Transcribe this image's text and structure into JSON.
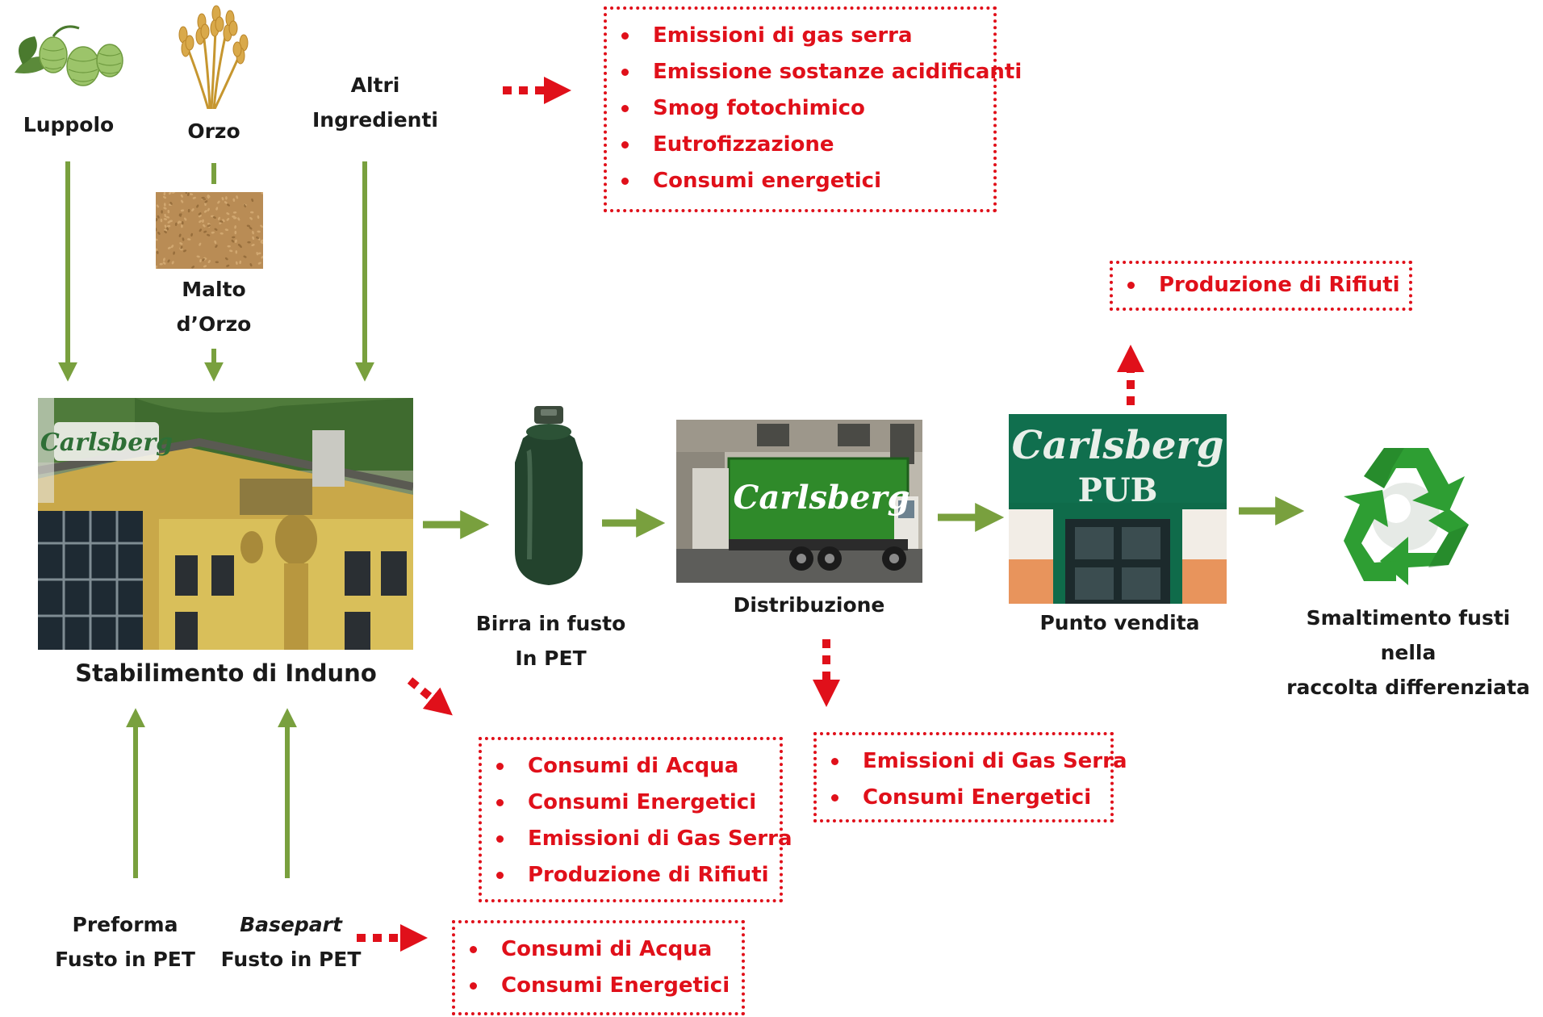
{
  "colors": {
    "flow_arrow": "#79a03e",
    "impact": "#e0101a",
    "carlsberg_green": "#1f7d3a"
  },
  "inputs": {
    "luppolo": "Luppolo",
    "orzo": "Orzo",
    "altri": [
      "Altri",
      "Ingredienti"
    ],
    "malto": [
      "Malto",
      "d’Orzo"
    ],
    "preforma": [
      "Preforma",
      "Fusto in PET"
    ],
    "basepart": [
      "Basepart",
      "Fusto in PET"
    ]
  },
  "stages": {
    "stabilimento": "Stabilimento di Induno",
    "birra": [
      "Birra in fusto",
      "In PET"
    ],
    "distribuzione": "Distribuzione",
    "punto_vendita": "Punto vendita",
    "smaltimento": [
      "Smaltimento fusti nella",
      "raccolta differenziata"
    ]
  },
  "images": {
    "brand": "Carlsberg",
    "pub": "PUB",
    "icons": [
      "hops-icon",
      "wheat-icon",
      "malt-grain-image",
      "brewery-building-image",
      "pet-keg-image",
      "delivery-truck-image",
      "pub-storefront-image",
      "recycle-icon"
    ]
  },
  "impacts": {
    "ingredienti": [
      "Emissioni di gas serra",
      "Emissione sostanze acidificanti",
      "Smog fotochimico",
      "Eutrofizzazione",
      "Consumi energetici"
    ],
    "punto_vendita": [
      "Produzione di Rifiuti"
    ],
    "stabilimento": [
      "Consumi di Acqua",
      "Consumi Energetici",
      "Emissioni di Gas Serra",
      "Produzione di Rifiuti"
    ],
    "distribuzione": [
      "Emissioni di Gas Serra",
      "Consumi Energetici"
    ],
    "basepart": [
      "Consumi di Acqua",
      "Consumi Energetici"
    ]
  }
}
